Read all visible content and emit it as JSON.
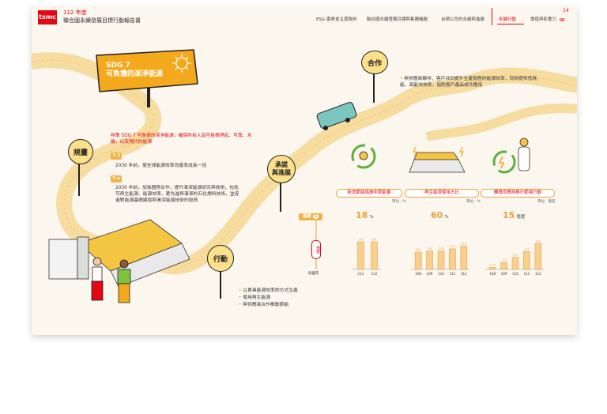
{
  "header": {
    "logo_text": "tsmc",
    "year": "112 年度",
    "report_title": "聯合國永續發展目標行動報告書",
    "nav": [
      "ESG 委員會主席致詞",
      "聯合國永續發展目標與集團議題",
      "台積公司的永續與進展",
      "永續行動",
      "價值與影響力"
    ],
    "active_nav": "永續行動",
    "page_number": "14"
  },
  "sdg": {
    "line1": "SDG 7",
    "line2": "可負擔的潔淨能源"
  },
  "stages": {
    "plan": "規畫",
    "commit": "承諾\n與進展",
    "action": "行動",
    "coop": "合作"
  },
  "plan": {
    "intro": "呼應 SDG 7 可負擔的潔淨能源，確保所有人皆可負擔得起、可靠、永續，以及現代的能源",
    "targets": [
      {
        "tag": "7.3",
        "text": "2030 年前，使全球能源效率改善率成長一倍"
      },
      {
        "tag": "7.a",
        "text": "2030 年前，加強國際合作，提升清潔能源研究與技術，包括可再生能源、能源效率、更先進與清潔的石化燃料技術，並促進對能源基礎建設與清潔能源技術的投資"
      }
    ]
  },
  "coop": {
    "text": "與供應商夥伴、客戶共同提升生產製程的能源效率，同時提供低耗能、高能效技術，協助客戶產品成功應用"
  },
  "actions": [
    "以更具能源效率的方式生產",
    "使用再生能源",
    "與供應商合作推動節能"
  ],
  "kpi": [
    {
      "label": "新增節能措施年節能量",
      "unit_note": "單位：%",
      "headline": "18",
      "headline_unit": "%"
    },
    {
      "label": "再生能源使用占比",
      "unit_note": "單位：%",
      "headline": "60",
      "headline_unit": "%"
    },
    {
      "label": "輔導供應商推行節電行動",
      "unit_note": "單位：億度",
      "headline": "15",
      "headline_unit": "億度"
    }
  ],
  "legend": {
    "progress_tag": "進展",
    "progress_num": "1",
    "achieved": "達標",
    "year_label": "民國年"
  },
  "chart_data": [
    {
      "type": "bar",
      "categories": [
        "111",
        "112"
      ],
      "values": [
        14,
        14
      ],
      "data_labels": [
        "14",
        "14"
      ]
    },
    {
      "type": "bar",
      "categories": [
        "108",
        "109",
        "110",
        "111",
        "112"
      ],
      "values": [
        8.8,
        9.4,
        9.4,
        10.4,
        11.9
      ],
      "data_labels": [
        "8.8",
        "9.4",
        "9.4",
        "10.4",
        "11.9"
      ]
    },
    {
      "type": "bar",
      "categories": [
        "108",
        "109",
        "110",
        "111",
        "112"
      ],
      "values": [
        0.37,
        1.3,
        2.3,
        3.4,
        4.9
      ],
      "data_labels": [
        "0.37",
        "1.3",
        "2.3",
        "3.4",
        "4.9"
      ]
    }
  ],
  "colors": {
    "accent": "#e30613",
    "gold": "#e9a23b",
    "road": "#f7dca0"
  }
}
